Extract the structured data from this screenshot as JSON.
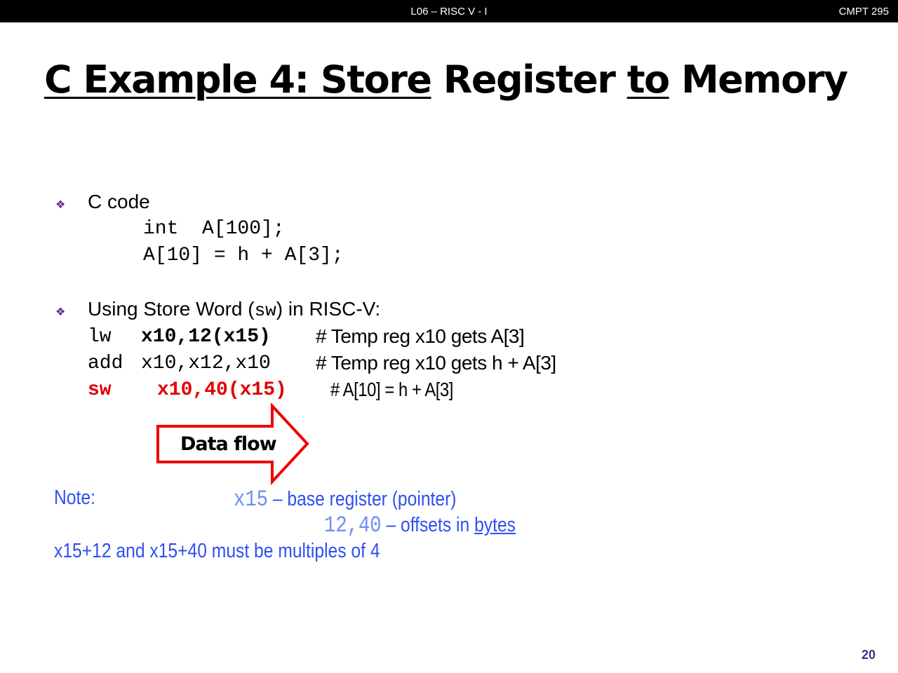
{
  "header": {
    "lecture": "L06 – RISC V - I",
    "course": "CMPT 295"
  },
  "title": {
    "part1": "C Example 4: Store",
    "part2": "Register",
    "part3": "to",
    "part4": "Memory"
  },
  "bullets": [
    {
      "label": "C code",
      "code": [
        "int  A[100];",
        "A[10] = h + A[3];"
      ]
    },
    {
      "label_pre": "Using Store Word (",
      "label_code": "sw",
      "label_post": ") in RISC-V:"
    }
  ],
  "asm": [
    {
      "op": "lw",
      "args": "x10,12(x15)",
      "comment": "# Temp reg x10 gets A[3]"
    },
    {
      "op": "add",
      "args": "x10,x12,x10",
      "comment": "# Temp reg x10 gets h + A[3]"
    },
    {
      "op": "sw",
      "args": "x10,40(x15)",
      "comment": "# A[10] = h + A[3]"
    }
  ],
  "arrow_label": "Data flow",
  "note": {
    "label": "Note:",
    "line1_code": "x15",
    "line1_text": " – base register (pointer)",
    "line2_code": "12,40",
    "line2_text": " – offsets in ",
    "line2_link": "bytes",
    "line3": "x15+12 and x15+40 must be multiples of 4"
  },
  "page_number": "20"
}
